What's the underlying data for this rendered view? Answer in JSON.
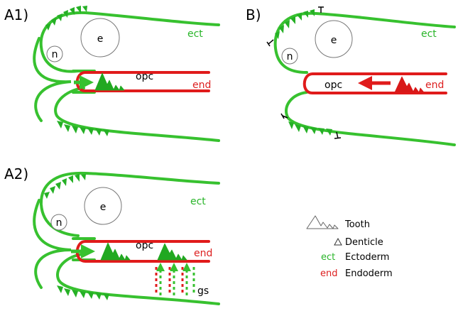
{
  "panels": {
    "a1": {
      "label": "A1)",
      "eye": "e",
      "nostril": "n",
      "ectoderm": "ect",
      "endoderm": "end",
      "oropharyngeal_cavity": "opc"
    },
    "b": {
      "label": "B)",
      "eye": "e",
      "nostril": "n",
      "ectoderm": "ect",
      "endoderm": "end",
      "oropharyngeal_cavity": "opc"
    },
    "a2": {
      "label": "A2)",
      "eye": "e",
      "nostril": "n",
      "ectoderm": "ect",
      "endoderm": "end",
      "oropharyngeal_cavity": "opc",
      "gill_slits": "gs"
    }
  },
  "legend": {
    "tooth": {
      "label": "Tooth"
    },
    "denticle": {
      "label": "Denticle"
    },
    "ectoderm": {
      "abbr": "ect",
      "label": "Ectoderm"
    },
    "endoderm": {
      "abbr": "end",
      "label": "Endoderm"
    }
  },
  "colors": {
    "ectoderm": "#37c12f",
    "endoderm": "#e01b1b"
  }
}
